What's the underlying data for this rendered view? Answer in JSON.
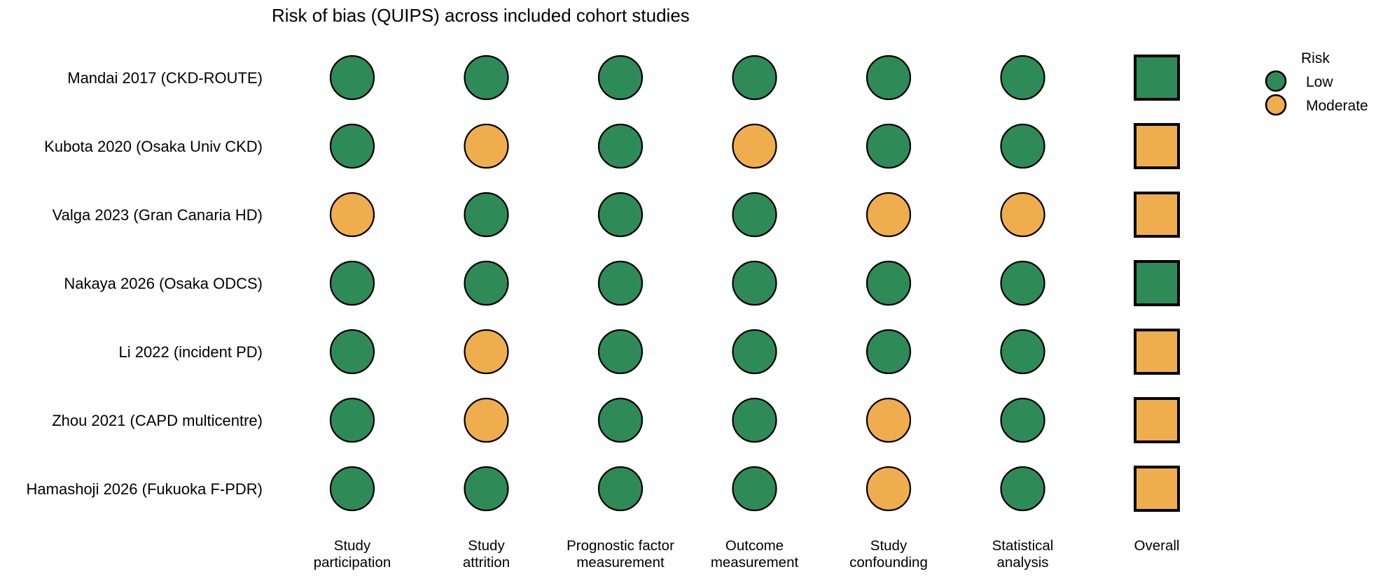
{
  "chart_data": {
    "type": "table",
    "title": "Risk of bias (QUIPS) across included cohort studies",
    "studies": [
      "Mandai 2017 (CKD-ROUTE)",
      "Kubota 2020 (Osaka Univ CKD)",
      "Valga 2023 (Gran Canaria HD)",
      "Nakaya 2026 (Osaka ODCS)",
      "Li 2022 (incident PD)",
      "Zhou 2021 (CAPD multicentre)",
      "Hamashoji 2026 (Fukuoka F-PDR)"
    ],
    "domains": [
      [
        "Study",
        "participation"
      ],
      [
        "Study",
        "attrition"
      ],
      [
        "Prognostic factor",
        "measurement"
      ],
      [
        "Outcome",
        "measurement"
      ],
      [
        "Study",
        "confounding"
      ],
      [
        "Statistical",
        "analysis"
      ],
      [
        "Overall"
      ]
    ],
    "ratings": [
      [
        "Low",
        "Low",
        "Low",
        "Low",
        "Low",
        "Low",
        "Low"
      ],
      [
        "Low",
        "Moderate",
        "Low",
        "Moderate",
        "Low",
        "Low",
        "Moderate"
      ],
      [
        "Moderate",
        "Low",
        "Low",
        "Low",
        "Moderate",
        "Moderate",
        "Moderate"
      ],
      [
        "Low",
        "Low",
        "Low",
        "Low",
        "Low",
        "Low",
        "Low"
      ],
      [
        "Low",
        "Moderate",
        "Low",
        "Low",
        "Low",
        "Low",
        "Moderate"
      ],
      [
        "Low",
        "Moderate",
        "Low",
        "Low",
        "Moderate",
        "Low",
        "Moderate"
      ],
      [
        "Low",
        "Low",
        "Low",
        "Low",
        "Moderate",
        "Low",
        "Moderate"
      ]
    ],
    "legend": {
      "title": "Risk",
      "position": "top-right",
      "items": [
        "Low",
        "Moderate"
      ]
    },
    "colors": {
      "Low": "#2e8b57",
      "Moderate": "#f0ad4e",
      "outline": "#000000"
    },
    "grid": false
  }
}
